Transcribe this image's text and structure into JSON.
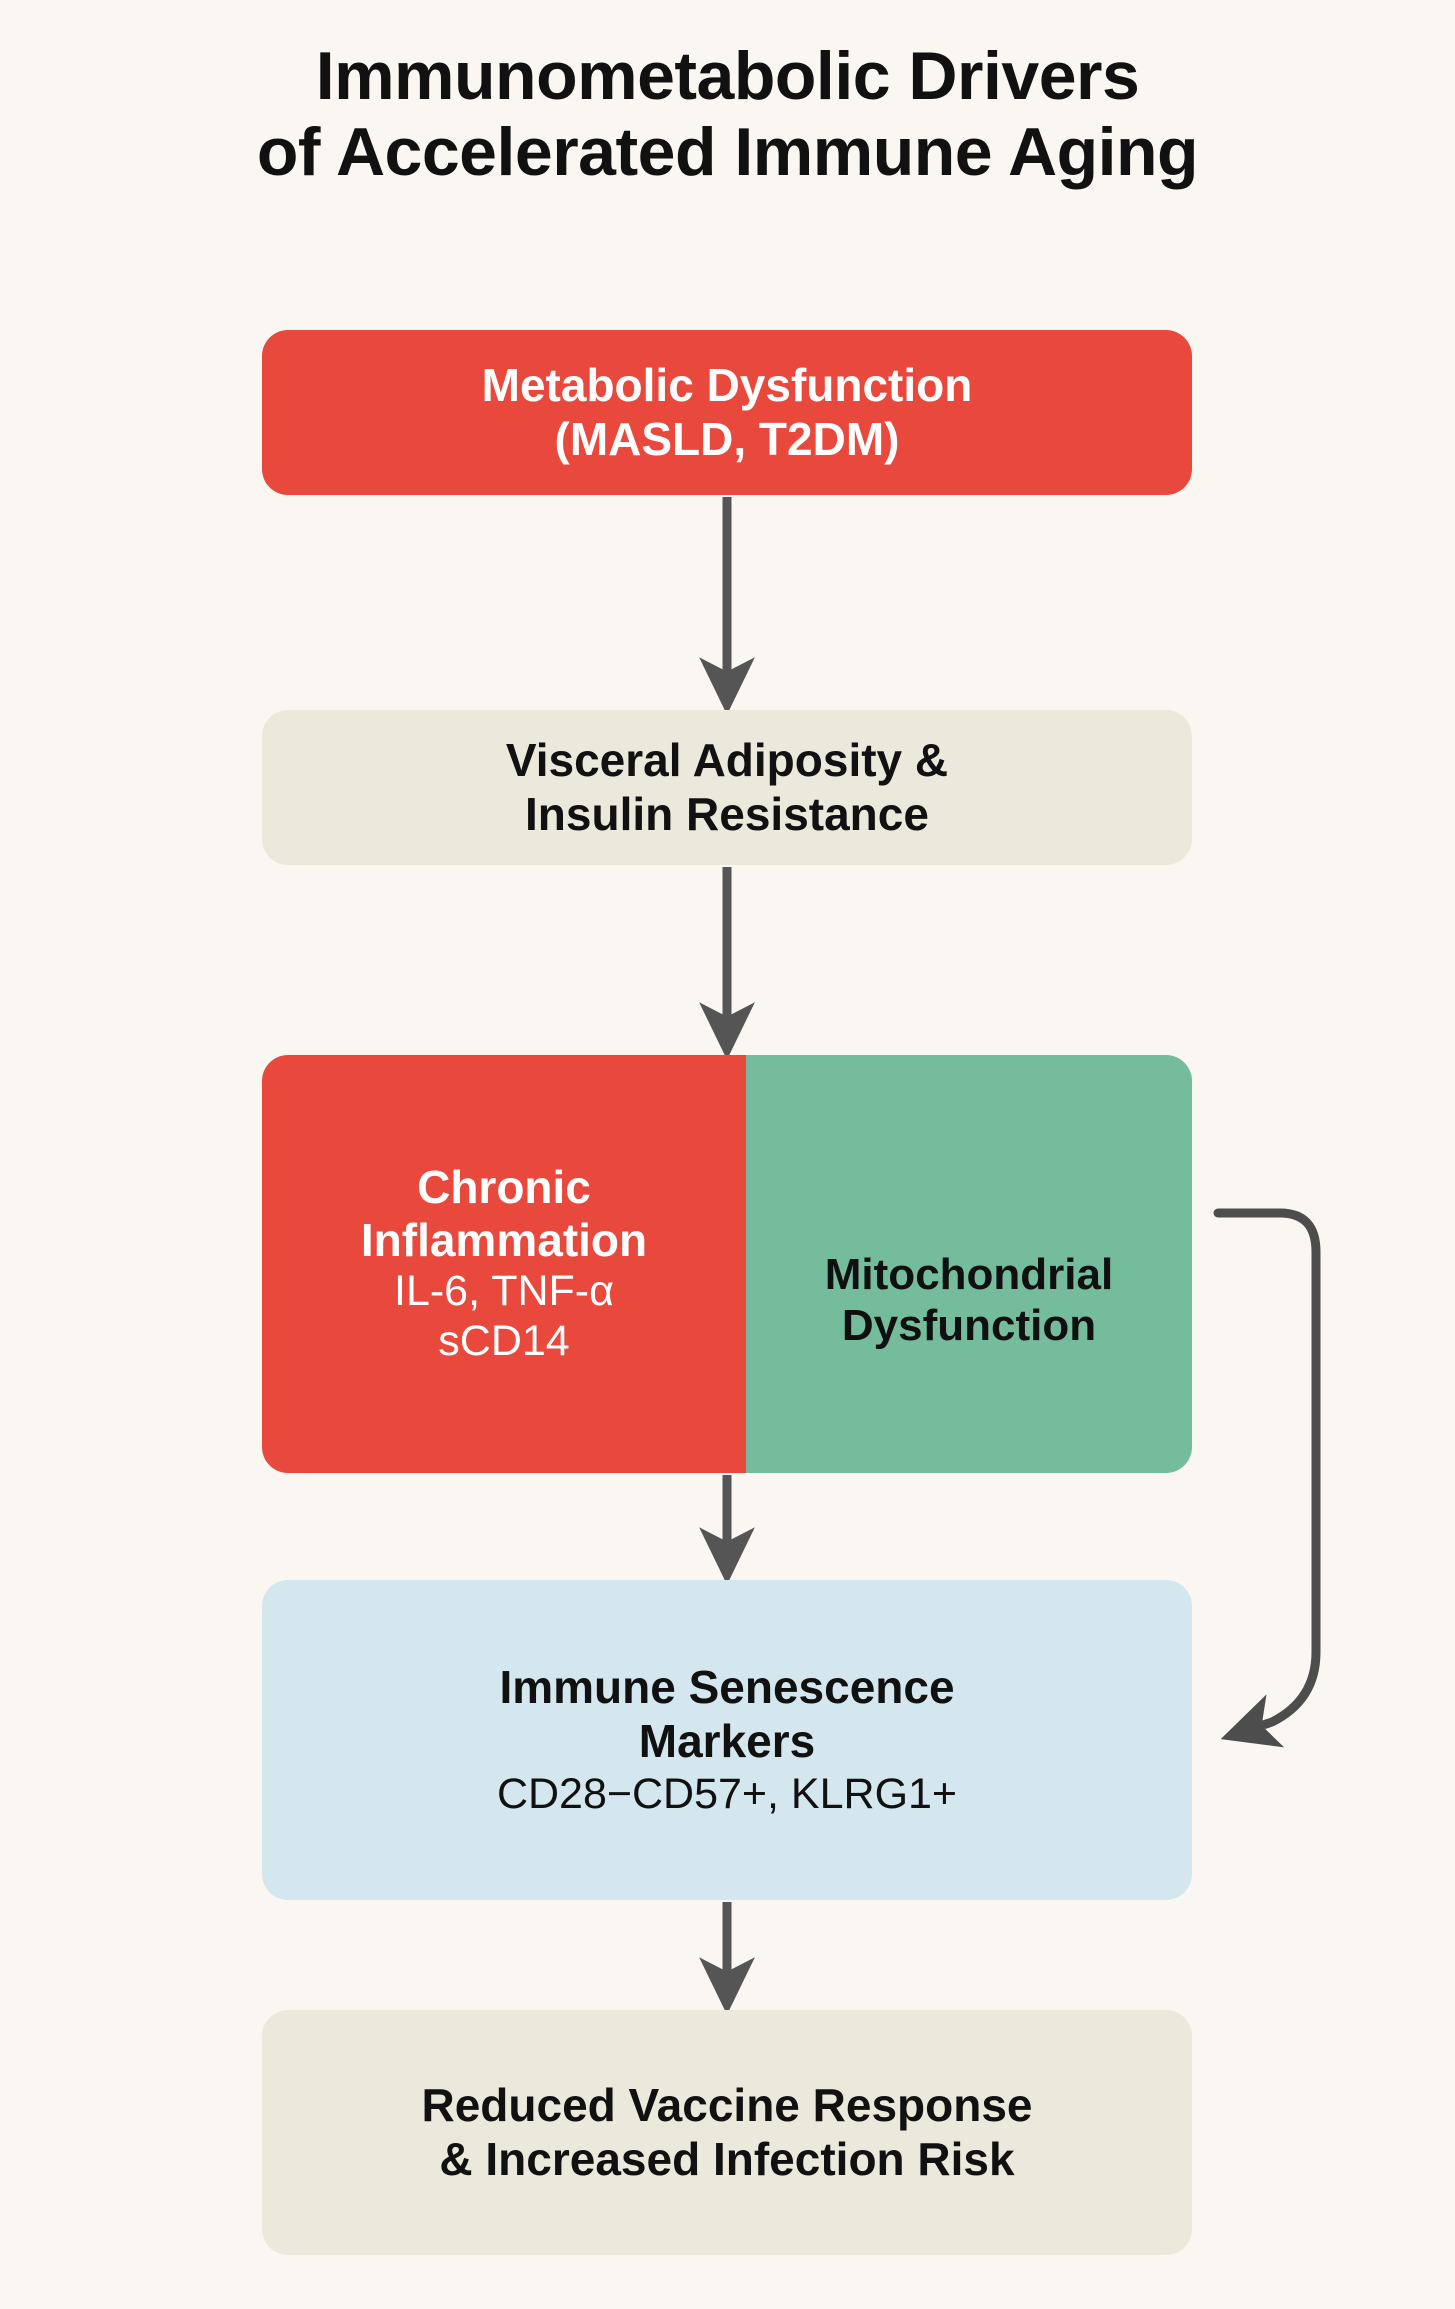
{
  "page": {
    "background_color": "#faf7f2",
    "title_lines": [
      "Immunometabolic Drivers",
      "of Accelerated Immune Aging"
    ]
  },
  "colors": {
    "red": "#e8493c",
    "green": "#75bc9c",
    "beige": "#ebe8dc",
    "blue": "#d5e7ee",
    "arrow_gray": "#555555",
    "text_dark": "#111111",
    "text_light": "#ffffff"
  },
  "chart_data": {
    "type": "flowchart",
    "title": "Immunometabolic Drivers of Accelerated Immune Aging",
    "orientation": "top-to-bottom",
    "nodes": [
      {
        "id": "metabolic",
        "primary": "Metabolic Dysfunction",
        "secondary": "(MASLD, T2DM)",
        "fill": "#e8493c",
        "text_color": "#ffffff"
      },
      {
        "id": "adiposity",
        "primary": "Visceral Adiposity &",
        "secondary": "Insulin Resistance",
        "fill": "#ebe8dc",
        "text_color": "#111111"
      },
      {
        "id": "inflammation",
        "primary_line1": "Chronic",
        "primary_line2": "Inflammation",
        "secondary_line1": "IL-6, TNF-α",
        "secondary_line2": "sCD14",
        "fill": "#e8493c",
        "text_color": "#ffffff"
      },
      {
        "id": "mitochondrial",
        "primary_line1": "Mitochondrial",
        "primary_line2": "Dysfunction",
        "fill": "#75bc9c",
        "text_color": "#101010"
      },
      {
        "id": "senescence",
        "primary_line1": "Immune Senescence",
        "primary_line2": "Markers",
        "secondary": "CD28−CD57+, KLRG1+",
        "fill": "#d5e7ee",
        "text_color": "#111111"
      },
      {
        "id": "outcome",
        "primary_line1": "Reduced Vaccine Response",
        "primary_line2": "& Increased Infection Risk",
        "fill": "#ebe8dc",
        "text_color": "#111111"
      }
    ],
    "edges": [
      {
        "from": "metabolic",
        "to": "adiposity",
        "style": "straight-down"
      },
      {
        "from": "adiposity",
        "to": "inflammation",
        "style": "straight-down"
      },
      {
        "from": "inflammation",
        "to": "senescence",
        "style": "straight-down"
      },
      {
        "from": "mitochondrial",
        "to": "senescence",
        "style": "curved-right-hook"
      },
      {
        "from": "senescence",
        "to": "outcome",
        "style": "straight-down"
      }
    ]
  }
}
